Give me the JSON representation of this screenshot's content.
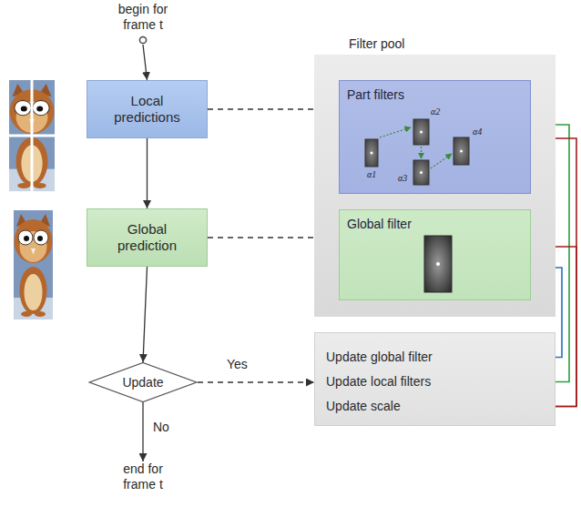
{
  "diagram": {
    "nodes": [
      {
        "text": [
          "begin for frame t"
        ]
      },
      {
        "text": [
          "Local predictions"
        ]
      },
      {
        "text": [
          "Global prediction"
        ]
      },
      {
        "text": [
          "Update"
        ]
      },
      {
        "text": [
          "end for frame t"
        ]
      },
      {
        "text": [
          "Filter pool"
        ]
      },
      {
        "text": [
          "Part filters"
        ],
        "in": 5
      },
      {
        "text": [
          "Global filter"
        ],
        "in": 5
      },
      {
        "text": [
          "Update global filter",
          "Update local filters",
          "Update scale"
        ]
      }
    ],
    "edges": [
      {
        "from": 0,
        "to": 1,
        "arrow": "to"
      },
      {
        "from": 1,
        "to": 2,
        "arrow": "to"
      },
      {
        "from": 2,
        "to": 3,
        "arrow": "to"
      },
      {
        "from": 3,
        "to": 4,
        "arrow": "to",
        "label": "No"
      },
      {
        "from": 3,
        "to": 8,
        "arrow": "to",
        "label": "Yes"
      },
      {
        "from": 1,
        "to": 6,
        "arrow": "to"
      },
      {
        "from": 2,
        "to": 7,
        "arrow": "to"
      },
      {
        "from": 8,
        "to": 7,
        "arrow": "to"
      },
      {
        "from": 8,
        "to": 6,
        "arrow": "to"
      },
      {
        "from": 8,
        "to": 6,
        "arrow": "to"
      },
      {
        "from": 8,
        "to": 7,
        "arrow": "to"
      }
    ],
    "labels": [
      "α1",
      "α2",
      "α3",
      "α4"
    ]
  }
}
